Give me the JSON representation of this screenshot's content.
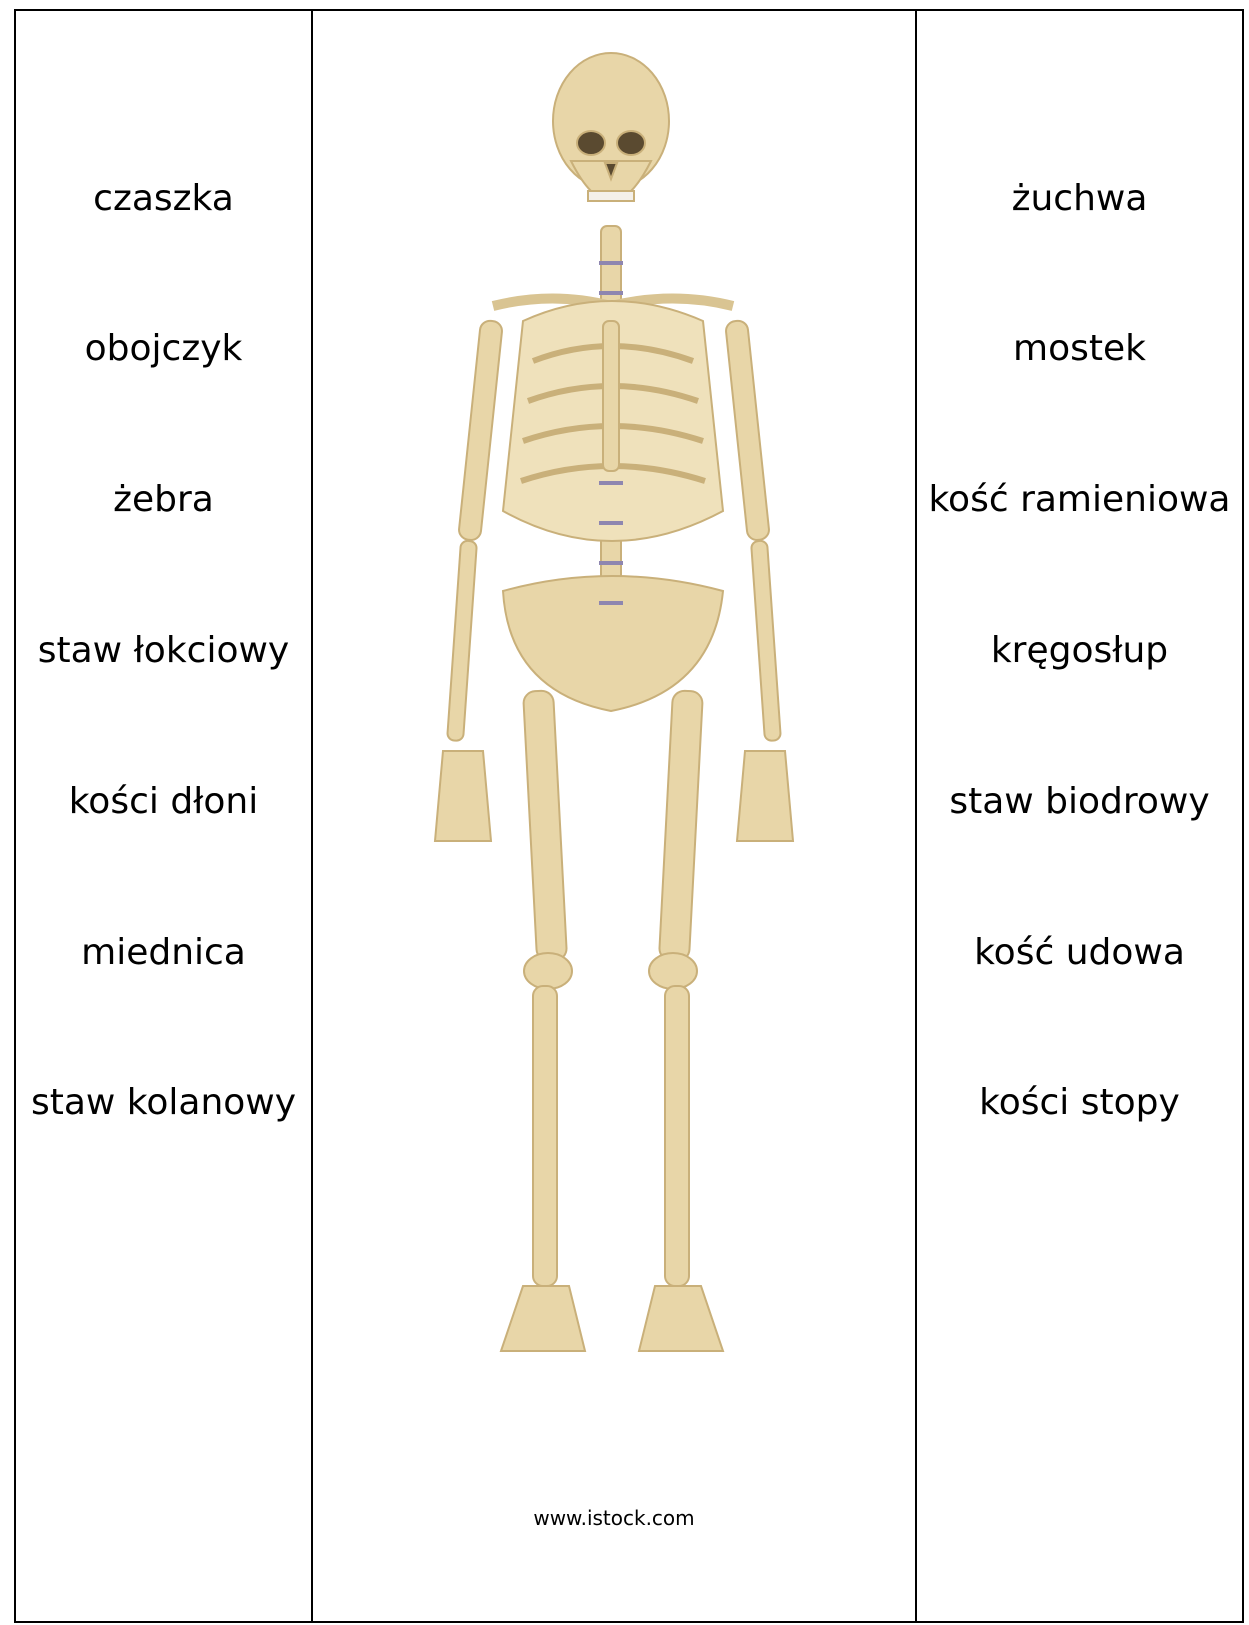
{
  "left_labels": [
    "czaszka",
    "obojczyk",
    "żebra",
    "staw łokciowy",
    "kości dłoni",
    "miednica",
    "staw kolanowy"
  ],
  "right_labels": [
    "żuchwa",
    "mostek",
    "kość ramieniowa",
    "kręgosłup",
    "staw biodrowy",
    "kość udowa",
    "kości stopy"
  ],
  "image": {
    "credit": "www.istock.com",
    "subject": "skeleton-illustration"
  },
  "colors": {
    "bone": "#e8d6a8",
    "bone_shadow": "#c9b07a",
    "disc": "#8e86b0",
    "border": "#000000"
  }
}
